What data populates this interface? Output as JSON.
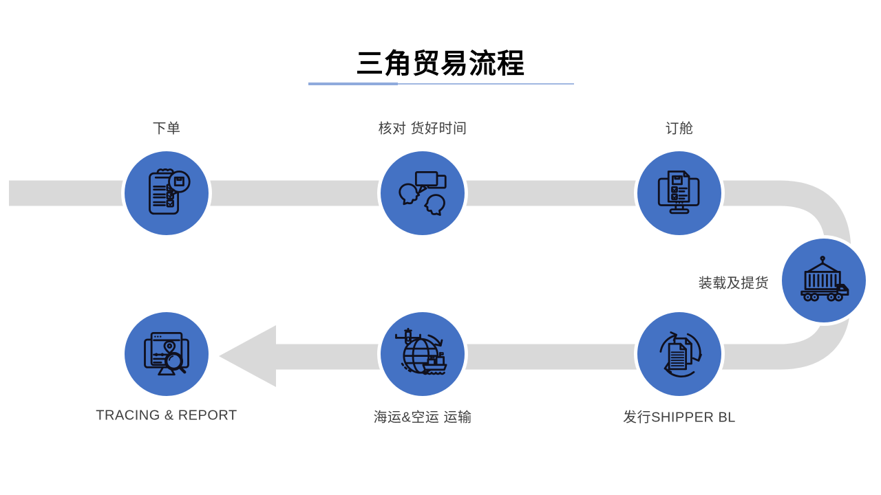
{
  "slide_title": "三角贸易流程",
  "colors": {
    "circle": "#4472C4",
    "flow": "#D9D9D9",
    "ink": "#10101d",
    "label": "#3f3f3f",
    "underline": "#8FAADC",
    "title": "#000000"
  },
  "steps": [
    {
      "label": "下单",
      "icon": "order-clipboard-icon"
    },
    {
      "label": "核对 货好时间",
      "icon": "chat-discussion-icon"
    },
    {
      "label": "订舱",
      "icon": "booking-monitor-icon"
    },
    {
      "label": "装载及提货",
      "icon": "container-truck-icon"
    },
    {
      "label": "发行SHIPPER BL",
      "icon": "shipper-bl-documents-icon"
    },
    {
      "label": "海运&空运 运输",
      "icon": "global-transport-icon"
    },
    {
      "label": "TRACING & REPORT",
      "icon": "tracing-monitor-icon"
    }
  ]
}
